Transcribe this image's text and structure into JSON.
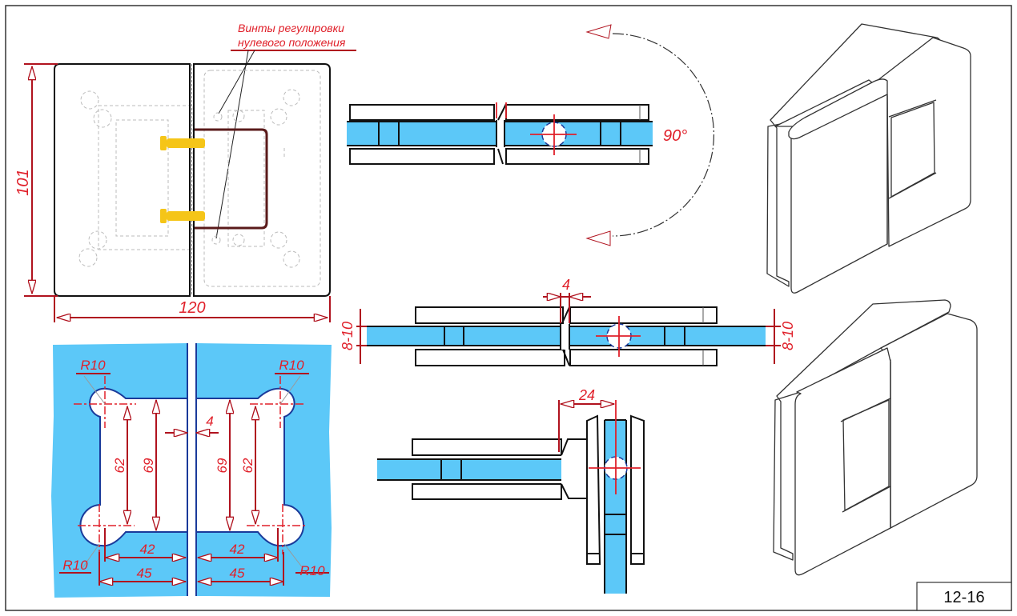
{
  "drawing": {
    "title_block_code": "12-16",
    "colors": {
      "glass": "#5cc8f8",
      "dimension": "#b0121e",
      "dimension_text": "#e0202a",
      "outline": "#111111",
      "hidden_line": "#b8b8b8",
      "screw": "#f5c518",
      "cutout_edge": "#1a3a9a"
    }
  },
  "front_view": {
    "annotation_line1": "Винты регулировки",
    "annotation_line2": "нулевого положения",
    "height_dim": "101",
    "width_dim": "120"
  },
  "rotation_view": {
    "angle_label": "90°"
  },
  "section_view": {
    "gap_dim": "4",
    "glass_thickness_left": "8-10",
    "glass_thickness_right": "8-10"
  },
  "corner_view": {
    "offset_dim": "24"
  },
  "cutout_view": {
    "radius_top_left": "R10",
    "radius_top_right": "R10",
    "radius_bottom_left": "R10",
    "radius_bottom_right": "R10",
    "left_inner_height": "62",
    "left_outer_height": "69",
    "right_outer_height": "69",
    "right_inner_height": "62",
    "gap_dim": "4",
    "left_inner_width": "42",
    "left_outer_width": "45",
    "right_inner_width": "42",
    "right_outer_width": "45"
  }
}
